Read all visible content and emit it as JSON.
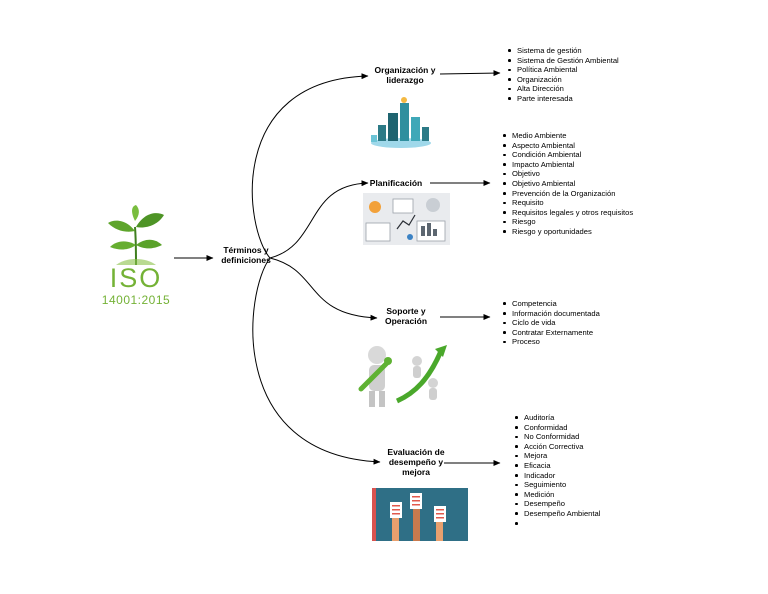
{
  "logo": {
    "title": "ISO",
    "standard": "14001:2015"
  },
  "center": {
    "label": "Términos y\ndefiniciones"
  },
  "branches": [
    {
      "label": "Organización y\nliderazgo",
      "items": [
        "Sistema de gestión",
        "Sistema de Gestión Ambiental",
        "Política Ambiental",
        "Organización",
        "Alta Dirección",
        "Parte interesada"
      ]
    },
    {
      "label": "Planificación",
      "items": [
        "Medio Ambiente",
        "Aspecto Ambiental",
        "Condición Ambiental",
        "Impacto Ambiental",
        "Objetivo",
        "Objetivo Ambiental",
        "Prevención de la Organización",
        "Requisito",
        "Requisitos legales y otros requisitos",
        "Riesgo",
        "Riesgo y oportunidades"
      ]
    },
    {
      "label": "Soporte y\nOperación",
      "items": [
        "Competencia",
        "Información documentada",
        "Ciclo de vida",
        "Contratar Externamente",
        "Proceso"
      ]
    },
    {
      "label": "Evaluación de\ndesempeño y\nmejora",
      "items": [
        "Auditoría",
        "Conformidad",
        "No Conformidad",
        "Acción Correctiva",
        "Mejora",
        "Eficacia",
        "Indicador",
        "Seguimiento",
        "Medición",
        "Desempeño",
        "Desempeño Ambiental",
        ""
      ]
    }
  ],
  "colors": {
    "logo_green": "#74b236",
    "line": "#000000"
  },
  "icons": [
    "leaf-sprout-icon",
    "city-leadership-illustration",
    "planning-desk-illustration",
    "support-wrench-figure-illustration",
    "evaluation-checklist-illustration"
  ]
}
